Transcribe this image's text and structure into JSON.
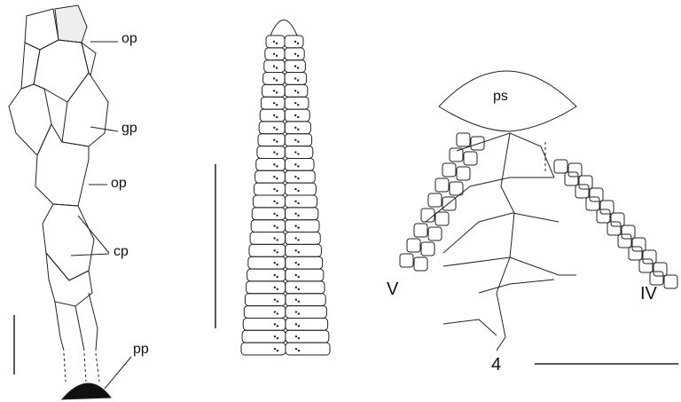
{
  "figure": {
    "left_labels": {
      "op_top": "op",
      "gp": "gp",
      "op_mid": "op",
      "cp": "cp",
      "pp": "pp"
    },
    "right_labels": {
      "ps": "ps",
      "v": "V",
      "iv": "IV"
    },
    "panel_number": "4",
    "middle_rows": 26
  }
}
